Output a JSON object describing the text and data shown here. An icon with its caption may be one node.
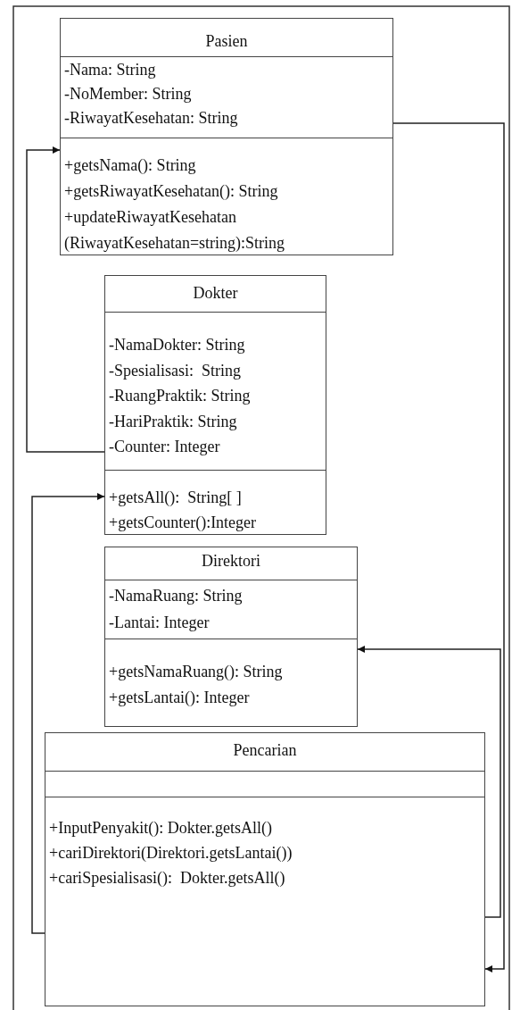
{
  "diagram": {
    "nodes": [
      {
        "text": [
          "Pasien",
          "-Nama: String",
          "-NoMember: String",
          "-RiwayatKesehatan: String",
          "+getsNama(): String",
          "+getsRiwayatKesehatan(): String",
          "+updateRiwayatKesehatan (RiwayatKesehatan=string):String"
        ]
      },
      {
        "text": [
          "Dokter",
          "-NamaDokter: String",
          "-Spesialisasi:  String",
          "-RuangPraktik: String",
          "-HariPraktik: String",
          "-Counter: Integer",
          "+getsAll():  String[ ]",
          "+getsCounter():Integer"
        ]
      },
      {
        "text": [
          "Direktori",
          "-NamaRuang: String",
          "-Lantai: Integer",
          "+getsNamaRuang(): String",
          "+getsLantai(): Integer"
        ]
      },
      {
        "text": [
          "Pencarian",
          "+InputPenyakit(): Dokter.getsAll()",
          "+cariDirektori(Direktori.getsLantai())",
          "+cariSpesialisasi():  Dokter.getsAll()"
        ]
      }
    ],
    "edges": [
      {
        "from": 1,
        "to": 0,
        "arrow": "to"
      },
      {
        "from": 0,
        "to": 3,
        "arrow": "to"
      },
      {
        "from": 3,
        "to": 1,
        "arrow": "to"
      },
      {
        "from": 3,
        "to": 2,
        "arrow": "to"
      }
    ]
  }
}
